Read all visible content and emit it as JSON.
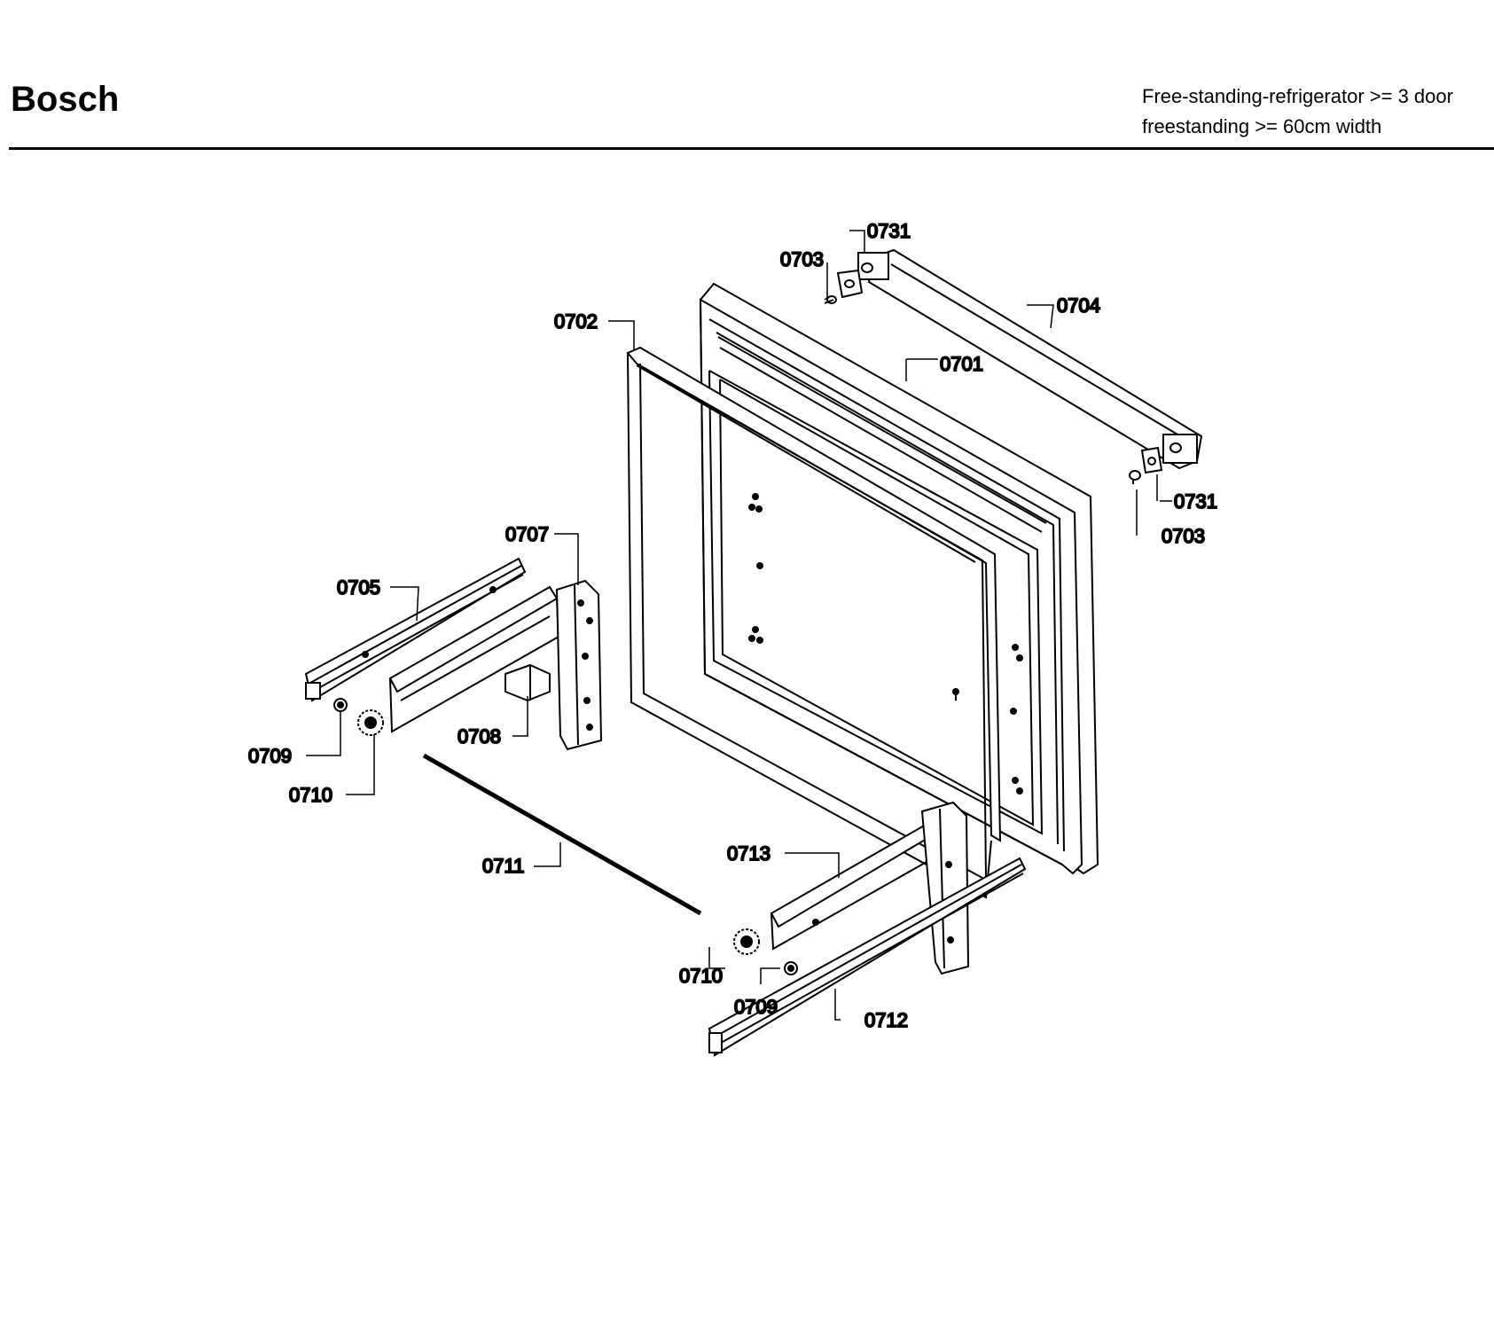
{
  "header": {
    "brand": "Bosch",
    "description_line1": "Free-standing-refrigerator >= 3 door",
    "description_line2": "freestanding >= 60cm width"
  },
  "callouts": {
    "p0701": "0701",
    "p0702": "0702",
    "p0703a": "0703",
    "p0703b": "0703",
    "p0704": "0704",
    "p0705": "0705",
    "p0707": "0707",
    "p0708": "0708",
    "p0709a": "0709",
    "p0709b": "0709",
    "p0710a": "0710",
    "p0710b": "0710",
    "p0711": "0711",
    "p0712": "0712",
    "p0713": "0713",
    "p0731a": "0731",
    "p0731b": "0731"
  }
}
